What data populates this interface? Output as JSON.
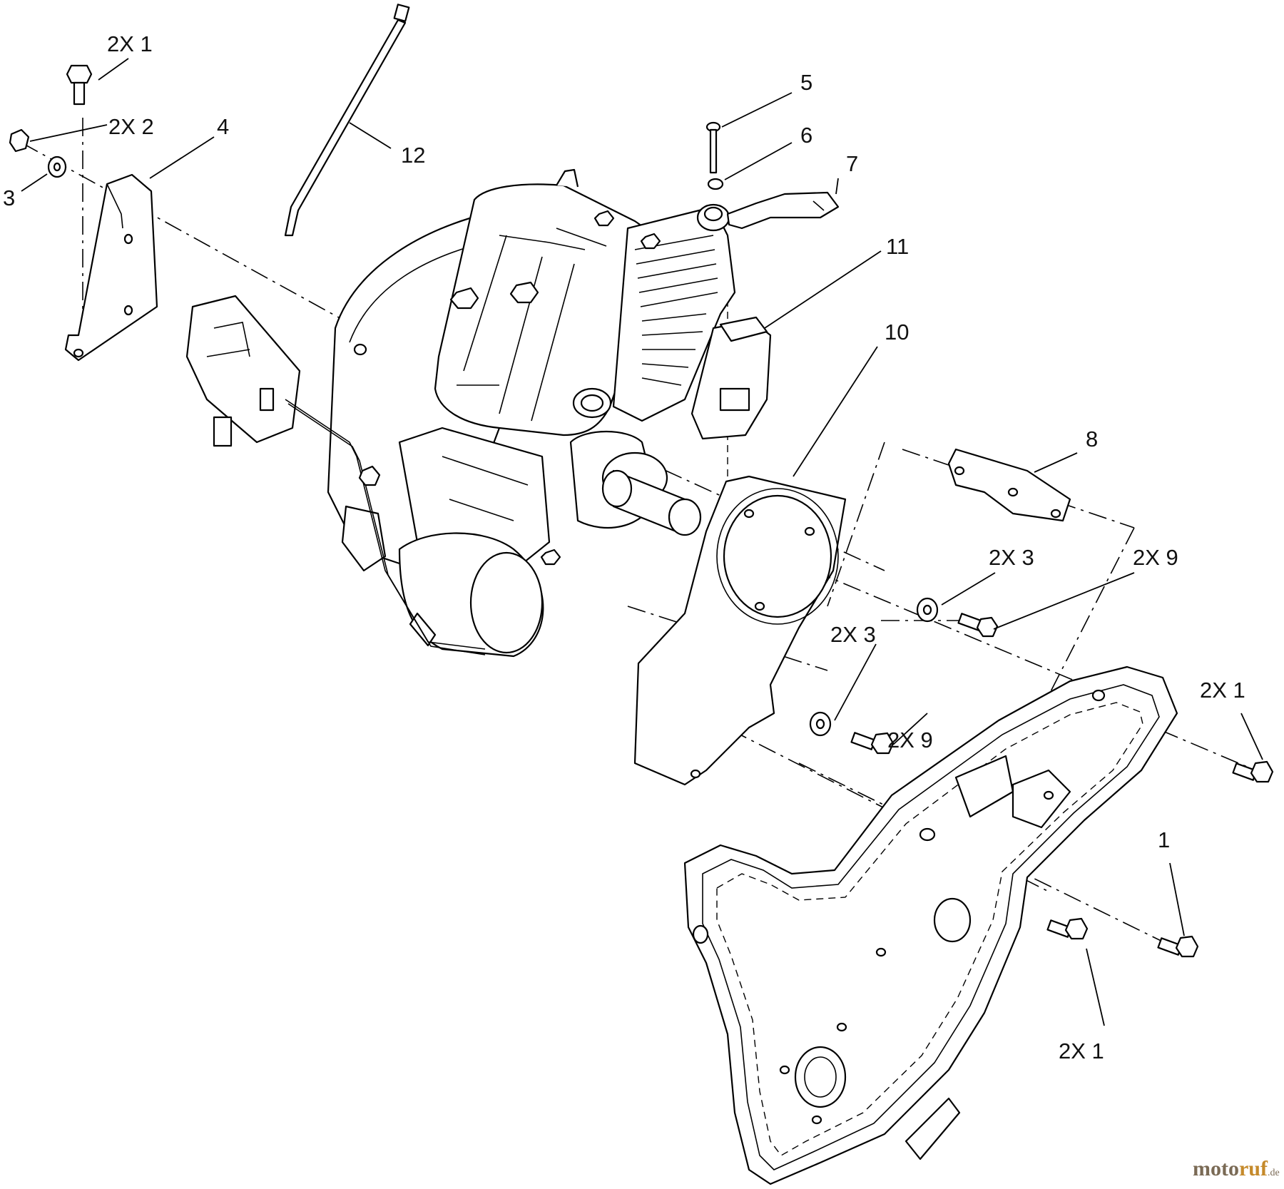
{
  "callouts": [
    {
      "id": "c1",
      "text": "2X  1"
    },
    {
      "id": "c2",
      "text": "2X  2"
    },
    {
      "id": "c3",
      "text": "3"
    },
    {
      "id": "c4",
      "text": "4"
    },
    {
      "id": "c5",
      "text": "12"
    },
    {
      "id": "c6",
      "text": "5"
    },
    {
      "id": "c7",
      "text": "6"
    },
    {
      "id": "c8",
      "text": "7"
    },
    {
      "id": "c9",
      "text": "11"
    },
    {
      "id": "c10",
      "text": "10"
    },
    {
      "id": "c11",
      "text": "8"
    },
    {
      "id": "c12",
      "text": "2X  3"
    },
    {
      "id": "c13",
      "text": "2X  9"
    },
    {
      "id": "c14",
      "text": "2X  3"
    },
    {
      "id": "c15",
      "text": "2X  9"
    },
    {
      "id": "c16",
      "text": "2X  1"
    },
    {
      "id": "c17",
      "text": "1"
    },
    {
      "id": "c18",
      "text": "2X  1"
    }
  ],
  "watermark": {
    "part_a": "moto",
    "part_b": "ruf",
    "suffix": ".de"
  }
}
